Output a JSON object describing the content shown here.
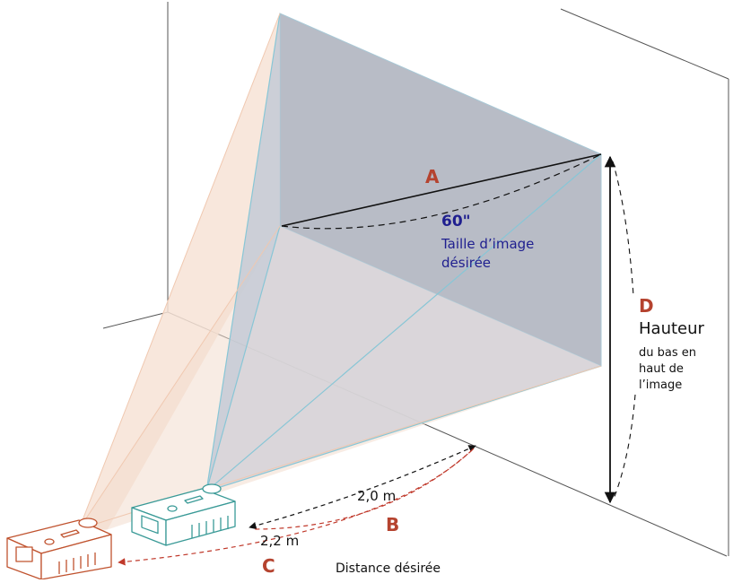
{
  "colors": {
    "letter": "#b5432f",
    "blue_text": "#1f1f8f",
    "projector_near": "#3a9a97",
    "projector_far": "#c0532f",
    "screen_fill": "#b8bcc6",
    "floor_fill": "#d9d9dc",
    "far_beam": "#f7e3d6",
    "beam_edge": "#88c6d6"
  },
  "labels": {
    "a": "A",
    "b": "B",
    "c": "C",
    "d": "D",
    "diagonal_value": "60\"",
    "image_size_line1": "Taille d’image",
    "image_size_line2": "désirée",
    "height_title": "Hauteur",
    "height_line1": "du bas en",
    "height_line2": "haut de",
    "height_line3": "l’image",
    "distance_near": "2,0 m",
    "distance_far": "2,2 m",
    "distance_caption": "Distance désirée"
  },
  "icons": {
    "projector_near": "projector-icon",
    "projector_far": "projector-icon"
  }
}
